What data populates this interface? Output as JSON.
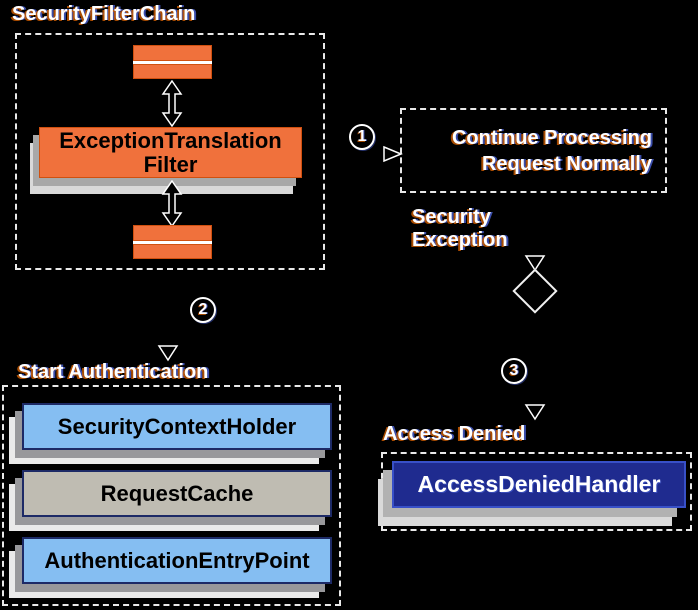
{
  "filter_chain": {
    "title": "SecurityFilterChain",
    "filter_line1": "ExceptionTranslation",
    "filter_line2": "Filter"
  },
  "steps": {
    "step1": "1",
    "step2": "2",
    "step3": "3"
  },
  "continue_box": {
    "line1": "Continue Processing",
    "line2": "Request Normally"
  },
  "exception_label": {
    "line1": "Security",
    "line2": "Exception"
  },
  "start_authentication": {
    "title": "Start Authentication",
    "components": [
      "SecurityContextHolder",
      "RequestCache",
      "AuthenticationEntryPoint"
    ]
  },
  "access_denied": {
    "title": "Access Denied",
    "handler": "AccessDeniedHandler"
  },
  "colors": {
    "background": "#000000",
    "orange": "#f0713c",
    "light_blue": "#85bef2",
    "request_cache_gray": "#bfbcb2",
    "handler_dark_blue": "#1f2b8f",
    "handler_border_blue": "#3850c8",
    "component_border_navy": "#1d2a66",
    "shadow_gray": "#98989b",
    "shadow_light": "#eaeaea",
    "dashed_border": "#e9e9e9",
    "text_white": "#ffffff",
    "fringe_orange": "#c65800",
    "fringe_blue": "#4860d6"
  }
}
